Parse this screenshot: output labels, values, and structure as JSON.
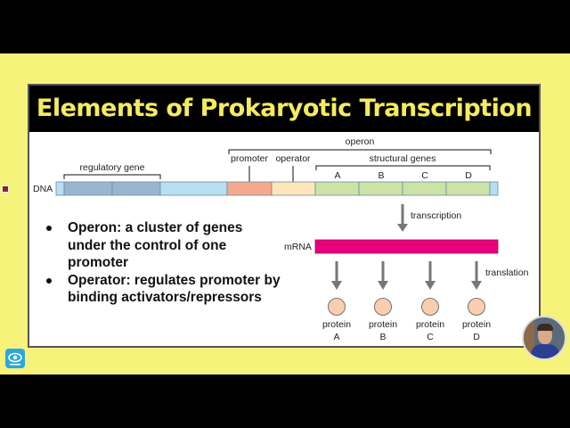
{
  "slide": {
    "title": "Elements of Prokaryotic Transcription"
  },
  "diagram": {
    "dna_label": "DNA",
    "operon_label": "operon",
    "regulatory_gene_label": "regulatory gene",
    "promoter_label": "promoter",
    "operator_label": "operator",
    "structural_genes_label": "structural genes",
    "genes": [
      "A",
      "B",
      "C",
      "D"
    ],
    "transcription_label": "transcription",
    "mrna_label": "mRNA",
    "translation_label": "translation",
    "proteins": [
      {
        "word": "protein",
        "letter": "A"
      },
      {
        "word": "protein",
        "letter": "B"
      },
      {
        "word": "protein",
        "letter": "C"
      },
      {
        "word": "protein",
        "letter": "D"
      }
    ],
    "colors": {
      "regulatory": "#9bb5d0",
      "spacer": "#b7dff0",
      "promoter": "#f4a98c",
      "operator": "#fde6b8",
      "structural": "#cde3a6",
      "mrna": "#e6007e",
      "protein": "#f9cdb0",
      "arrow": "#777777"
    }
  },
  "bullets": [
    "Operon: a cluster of genes under the control of one promoter",
    "Operator: regulates promoter by binding activators/repressors"
  ],
  "icons": {
    "logo": "eye-icon",
    "presenter": "webcam-presenter"
  }
}
